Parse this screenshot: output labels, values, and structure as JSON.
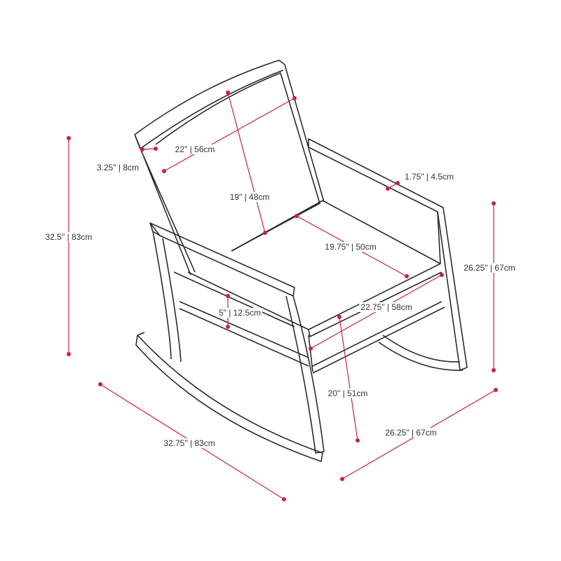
{
  "colors": {
    "dimension": "#c8233a",
    "outline": "#2b2b2b",
    "text": "#333333"
  },
  "dimensions": {
    "back_width": "22\" | 56cm",
    "back_frame_thickness": "3.25\" | 8cm",
    "arm_width": "1.75\" | 4.5cm",
    "back_height": "19\" | 48cm",
    "overall_height": "32.5\" | 83cm",
    "seat_depth": "19.75\" | 50cm",
    "arm_height": "26.25\" | 67cm",
    "arm_gap": "5\" | 12.5cm",
    "seat_width": "22.75\" | 58cm",
    "seat_height": "20\" | 51cm",
    "overall_depth": "32.75\" | 83cm",
    "overall_width": "26.25\" | 67cm"
  }
}
